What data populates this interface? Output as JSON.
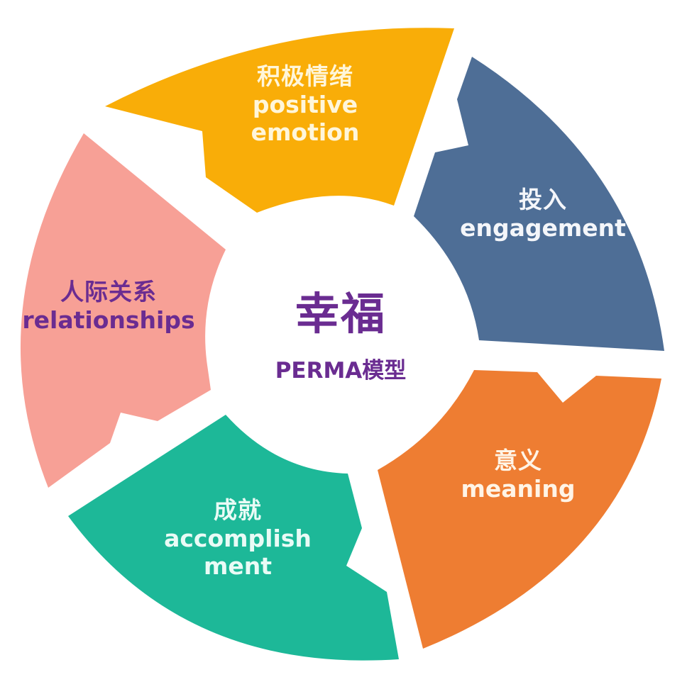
{
  "diagram": {
    "type": "cycle",
    "center": {
      "title": "幸福",
      "subtitle": "PERMA模型",
      "text_color": "#6A2C91",
      "fill": "#FFFFFF"
    },
    "segments": [
      {
        "id": "positive-emotion",
        "zh": "积极情绪",
        "en_lines": [
          "positive",
          "emotion"
        ],
        "fill": "#F9AD08",
        "text_color": "#FFF6DA"
      },
      {
        "id": "engagement",
        "zh": "投入",
        "en_lines": [
          "engagement"
        ],
        "fill": "#4E6E96",
        "text_color": "#F4F6FA"
      },
      {
        "id": "meaning",
        "zh": "意义",
        "en_lines": [
          "meaning"
        ],
        "fill": "#EE7D32",
        "text_color": "#FFF4E6"
      },
      {
        "id": "accomplishment",
        "zh": "成就",
        "en_lines": [
          "accomplish",
          "ment"
        ],
        "fill": "#1DB898",
        "text_color": "#E9FBF6"
      },
      {
        "id": "relationships",
        "zh": "人际关系",
        "en_lines": [
          "relationships"
        ],
        "fill": "#F7A096",
        "text_color": "#6A2C91"
      }
    ]
  }
}
